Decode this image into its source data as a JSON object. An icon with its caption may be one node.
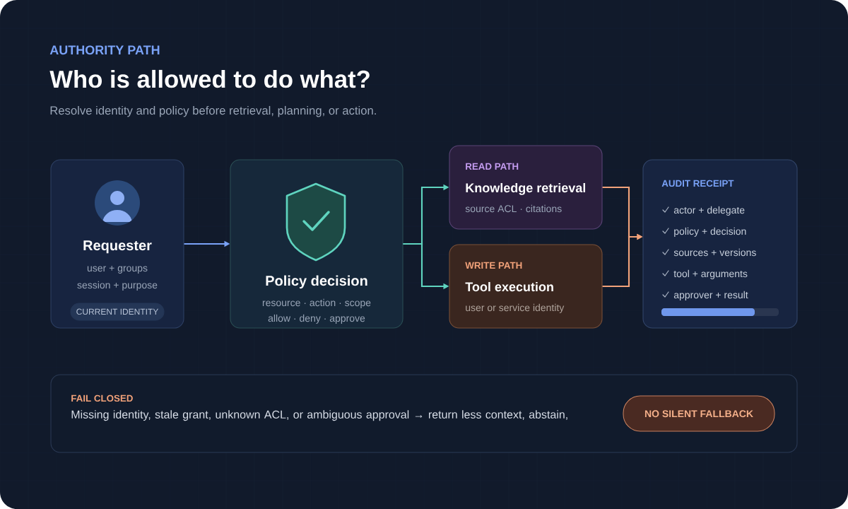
{
  "diagram": {
    "title": "Who is allowed to do what?",
    "labels": [
      "AUTHORITY PATH",
      "Resolve identity and policy before retrieval, planning, or action."
    ],
    "nodes": [
      {
        "text": [
          "Requester",
          "user + groups",
          "session + purpose"
        ]
      },
      {
        "text": [
          "CURRENT IDENTITY"
        ],
        "in": 0
      },
      {
        "text": [
          "Policy decision",
          "resource · action · scope",
          "allow · deny · approve"
        ]
      },
      {
        "text": [
          "READ PATH",
          "Knowledge retrieval",
          "source ACL · citations"
        ]
      },
      {
        "text": [
          "WRITE PATH",
          "Tool execution",
          "user or service identity"
        ]
      },
      {
        "text": [
          "AUDIT RECEIPT",
          "actor + delegate",
          "policy + decision",
          "sources + versions",
          "tool + arguments",
          "approver + result"
        ]
      },
      {
        "text": [
          "FAIL CLOSED",
          "Missing identity, stale grant, unknown ACL, or ambiguous approval → return less context, abstain,"
        ]
      },
      {
        "text": [
          "NO SILENT FALLBACK"
        ],
        "in": 6
      }
    ],
    "edges": [
      {
        "from": 0,
        "to": 2,
        "arrow": "to",
        "color": "#7aa2f7"
      },
      {
        "from": 2,
        "to": 3,
        "arrow": "to",
        "color": "#5fd4bf"
      },
      {
        "from": 2,
        "to": 4,
        "arrow": "to",
        "color": "#5fd4bf"
      },
      {
        "from": 3,
        "to": 5,
        "arrow": "to",
        "color": "#f2a27a"
      },
      {
        "from": 4,
        "to": 5,
        "arrow": "to",
        "color": "#f2a27a"
      }
    ]
  }
}
